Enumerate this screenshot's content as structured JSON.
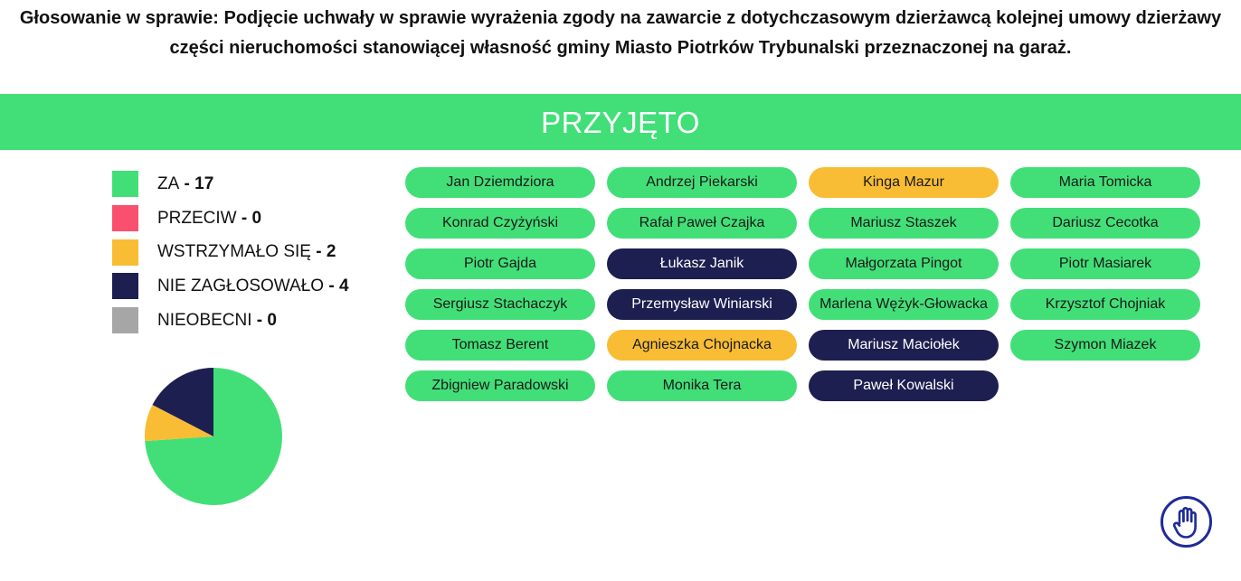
{
  "title": "Głosowanie w sprawie: Podjęcie uchwały w sprawie wyrażenia zgody na zawarcie z dotychczasowym dzierżawcą kolejnej umowy dzierżawy części nieruchomości stanowiącej własność gminy Miasto Piotrków Trybunalski przeznaczonej na garaż.",
  "result": "PRZYJĘTO",
  "legend": [
    {
      "label": "ZA",
      "sep": " - ",
      "count": "17",
      "color": "#42df78"
    },
    {
      "label": "PRZECIW",
      "sep": " - ",
      "count": "0",
      "color": "#fa5070"
    },
    {
      "label": "WSTRZYMAŁO SIĘ",
      "sep": " - ",
      "count": "2",
      "color": "#f8bd34"
    },
    {
      "label": "NIE ZAGŁOSOWAŁO",
      "sep": " - ",
      "count": "4",
      "color": "#1d1f50"
    },
    {
      "label": "NIEOBECNI",
      "sep": " - ",
      "count": "0",
      "color": "#a6a6a6"
    }
  ],
  "chart_data": {
    "type": "pie",
    "slices": [
      {
        "label": "ZA",
        "value": 17,
        "color": "#42df78"
      },
      {
        "label": "PRZECIW",
        "value": 0,
        "color": "#fa5070"
      },
      {
        "label": "WSTRZYMAŁO SIĘ",
        "value": 2,
        "color": "#f8bd34"
      },
      {
        "label": "NIE ZAGŁOSOWAŁO",
        "value": 4,
        "color": "#1d1f50"
      },
      {
        "label": "NIEOBECNI",
        "value": 0,
        "color": "#a6a6a6"
      }
    ]
  },
  "voters": [
    {
      "name": "Jan Dziemdziora",
      "vote": "za"
    },
    {
      "name": "Andrzej Piekarski",
      "vote": "za"
    },
    {
      "name": "Kinga Mazur",
      "vote": "wstrzymal"
    },
    {
      "name": "Maria Tomicka",
      "vote": "za"
    },
    {
      "name": "Konrad Czyżyński",
      "vote": "za"
    },
    {
      "name": "Rafał Paweł Czajka",
      "vote": "za"
    },
    {
      "name": "Mariusz Staszek",
      "vote": "za"
    },
    {
      "name": "Dariusz Cecotka",
      "vote": "za"
    },
    {
      "name": "Piotr Gajda",
      "vote": "za"
    },
    {
      "name": "Łukasz Janik",
      "vote": "nie"
    },
    {
      "name": "Małgorzata Pingot",
      "vote": "za"
    },
    {
      "name": "Piotr Masiarek",
      "vote": "za"
    },
    {
      "name": "Sergiusz Stachaczyk",
      "vote": "za"
    },
    {
      "name": "Przemysław Winiarski",
      "vote": "nie"
    },
    {
      "name": "Marlena Wężyk-Głowacka",
      "vote": "za"
    },
    {
      "name": "Krzysztof Chojniak",
      "vote": "za"
    },
    {
      "name": "Tomasz Berent",
      "vote": "za"
    },
    {
      "name": "Agnieszka Chojnacka",
      "vote": "wstrzymal"
    },
    {
      "name": "Mariusz Maciołek",
      "vote": "nie"
    },
    {
      "name": "Szymon Miazek",
      "vote": "za"
    },
    {
      "name": "Zbigniew Paradowski",
      "vote": "za"
    },
    {
      "name": "Monika Tera",
      "vote": "za"
    },
    {
      "name": "Paweł Kowalski",
      "vote": "nie"
    }
  ],
  "icons": {
    "hand_button": "raised-hand-icon",
    "hand_color": "#1f2a9a"
  }
}
